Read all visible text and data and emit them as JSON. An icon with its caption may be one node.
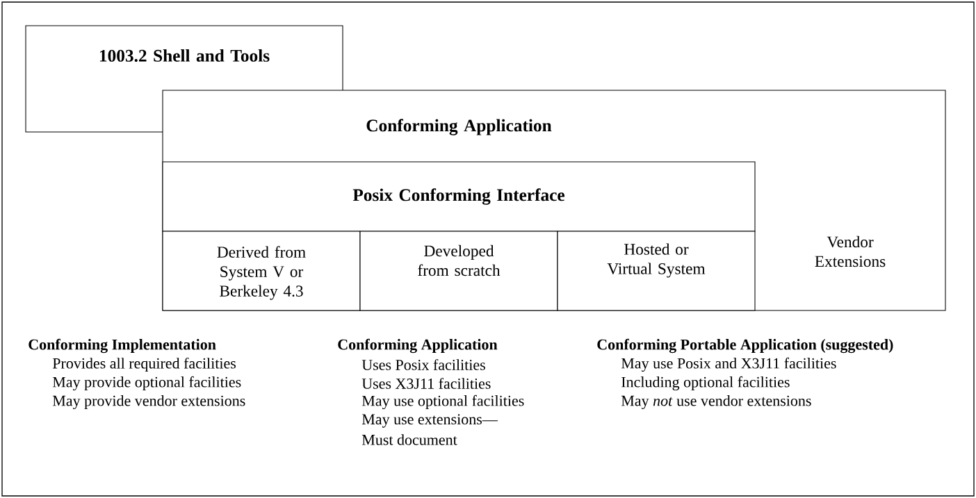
{
  "diagram": {
    "nodes": [
      {
        "text": [
          "1003.2 Shell and Tools"
        ]
      },
      {
        "text": [
          "Conforming Application"
        ]
      },
      {
        "text": [
          "Posix Conforming Interface"
        ],
        "in": 1
      },
      {
        "text": [
          "Derived from System V or Berkeley 4.3"
        ],
        "in": 1
      },
      {
        "text": [
          "Developed from scratch"
        ],
        "in": 1
      },
      {
        "text": [
          "Hosted or Virtual System"
        ],
        "in": 1
      },
      {
        "text": [
          "Vendor Extensions"
        ],
        "in": 1
      }
    ],
    "labels": [
      "Conforming Implementation",
      "Provides all required facilities",
      "May provide optional facilities",
      "May provide vendor extensions",
      "Conforming Application",
      "Uses Posix facilities",
      "Uses X3J11 facilities",
      "May use optional facilities",
      "May use extensions—",
      "Must document",
      "Conforming Portable Application (suggested)",
      "May use Posix and X3J11 facilities",
      "Including optional facilities",
      "May *not* use vendor extensions"
    ]
  }
}
